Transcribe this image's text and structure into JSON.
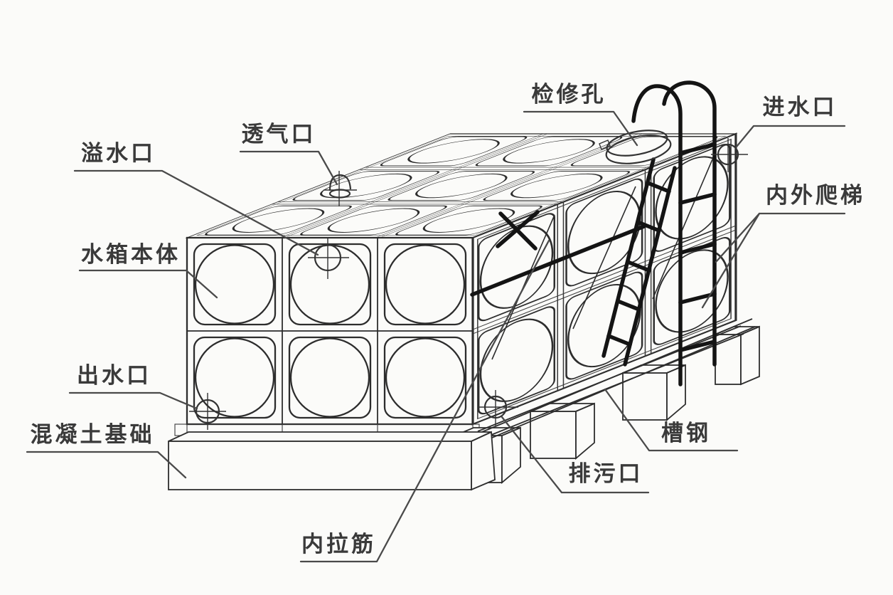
{
  "diagram": {
    "labels": {
      "overflow_port": "溢水口",
      "vent_port": "透气口",
      "tank_body": "水箱本体",
      "outlet_port": "出水口",
      "concrete_foundation": "混凝土基础",
      "inspection_hole": "检修孔",
      "inlet_port": "进水口",
      "inner_outer_ladder": "内外爬梯",
      "channel_steel": "槽钢",
      "drain_port": "排污口",
      "internal_tie_rod": "内拉筋"
    },
    "symbols": [
      "inspection-manhole-icon",
      "vent-cap-icon",
      "overflow-port-crosshair-icon",
      "inlet-port-crosshair-icon",
      "outlet-port-crosshair-icon",
      "drain-port-crosshair-icon",
      "external-ladder",
      "internal-ladder",
      "tie-rod-braces",
      "channel-steel-rails",
      "concrete-piers",
      "foundation-block"
    ],
    "colors": {
      "background": "#fbfbf9",
      "line": "#2d2d2d",
      "bold_line": "#141414",
      "label_text": "#3a3a3a",
      "leader": "#4a4a4a"
    }
  }
}
